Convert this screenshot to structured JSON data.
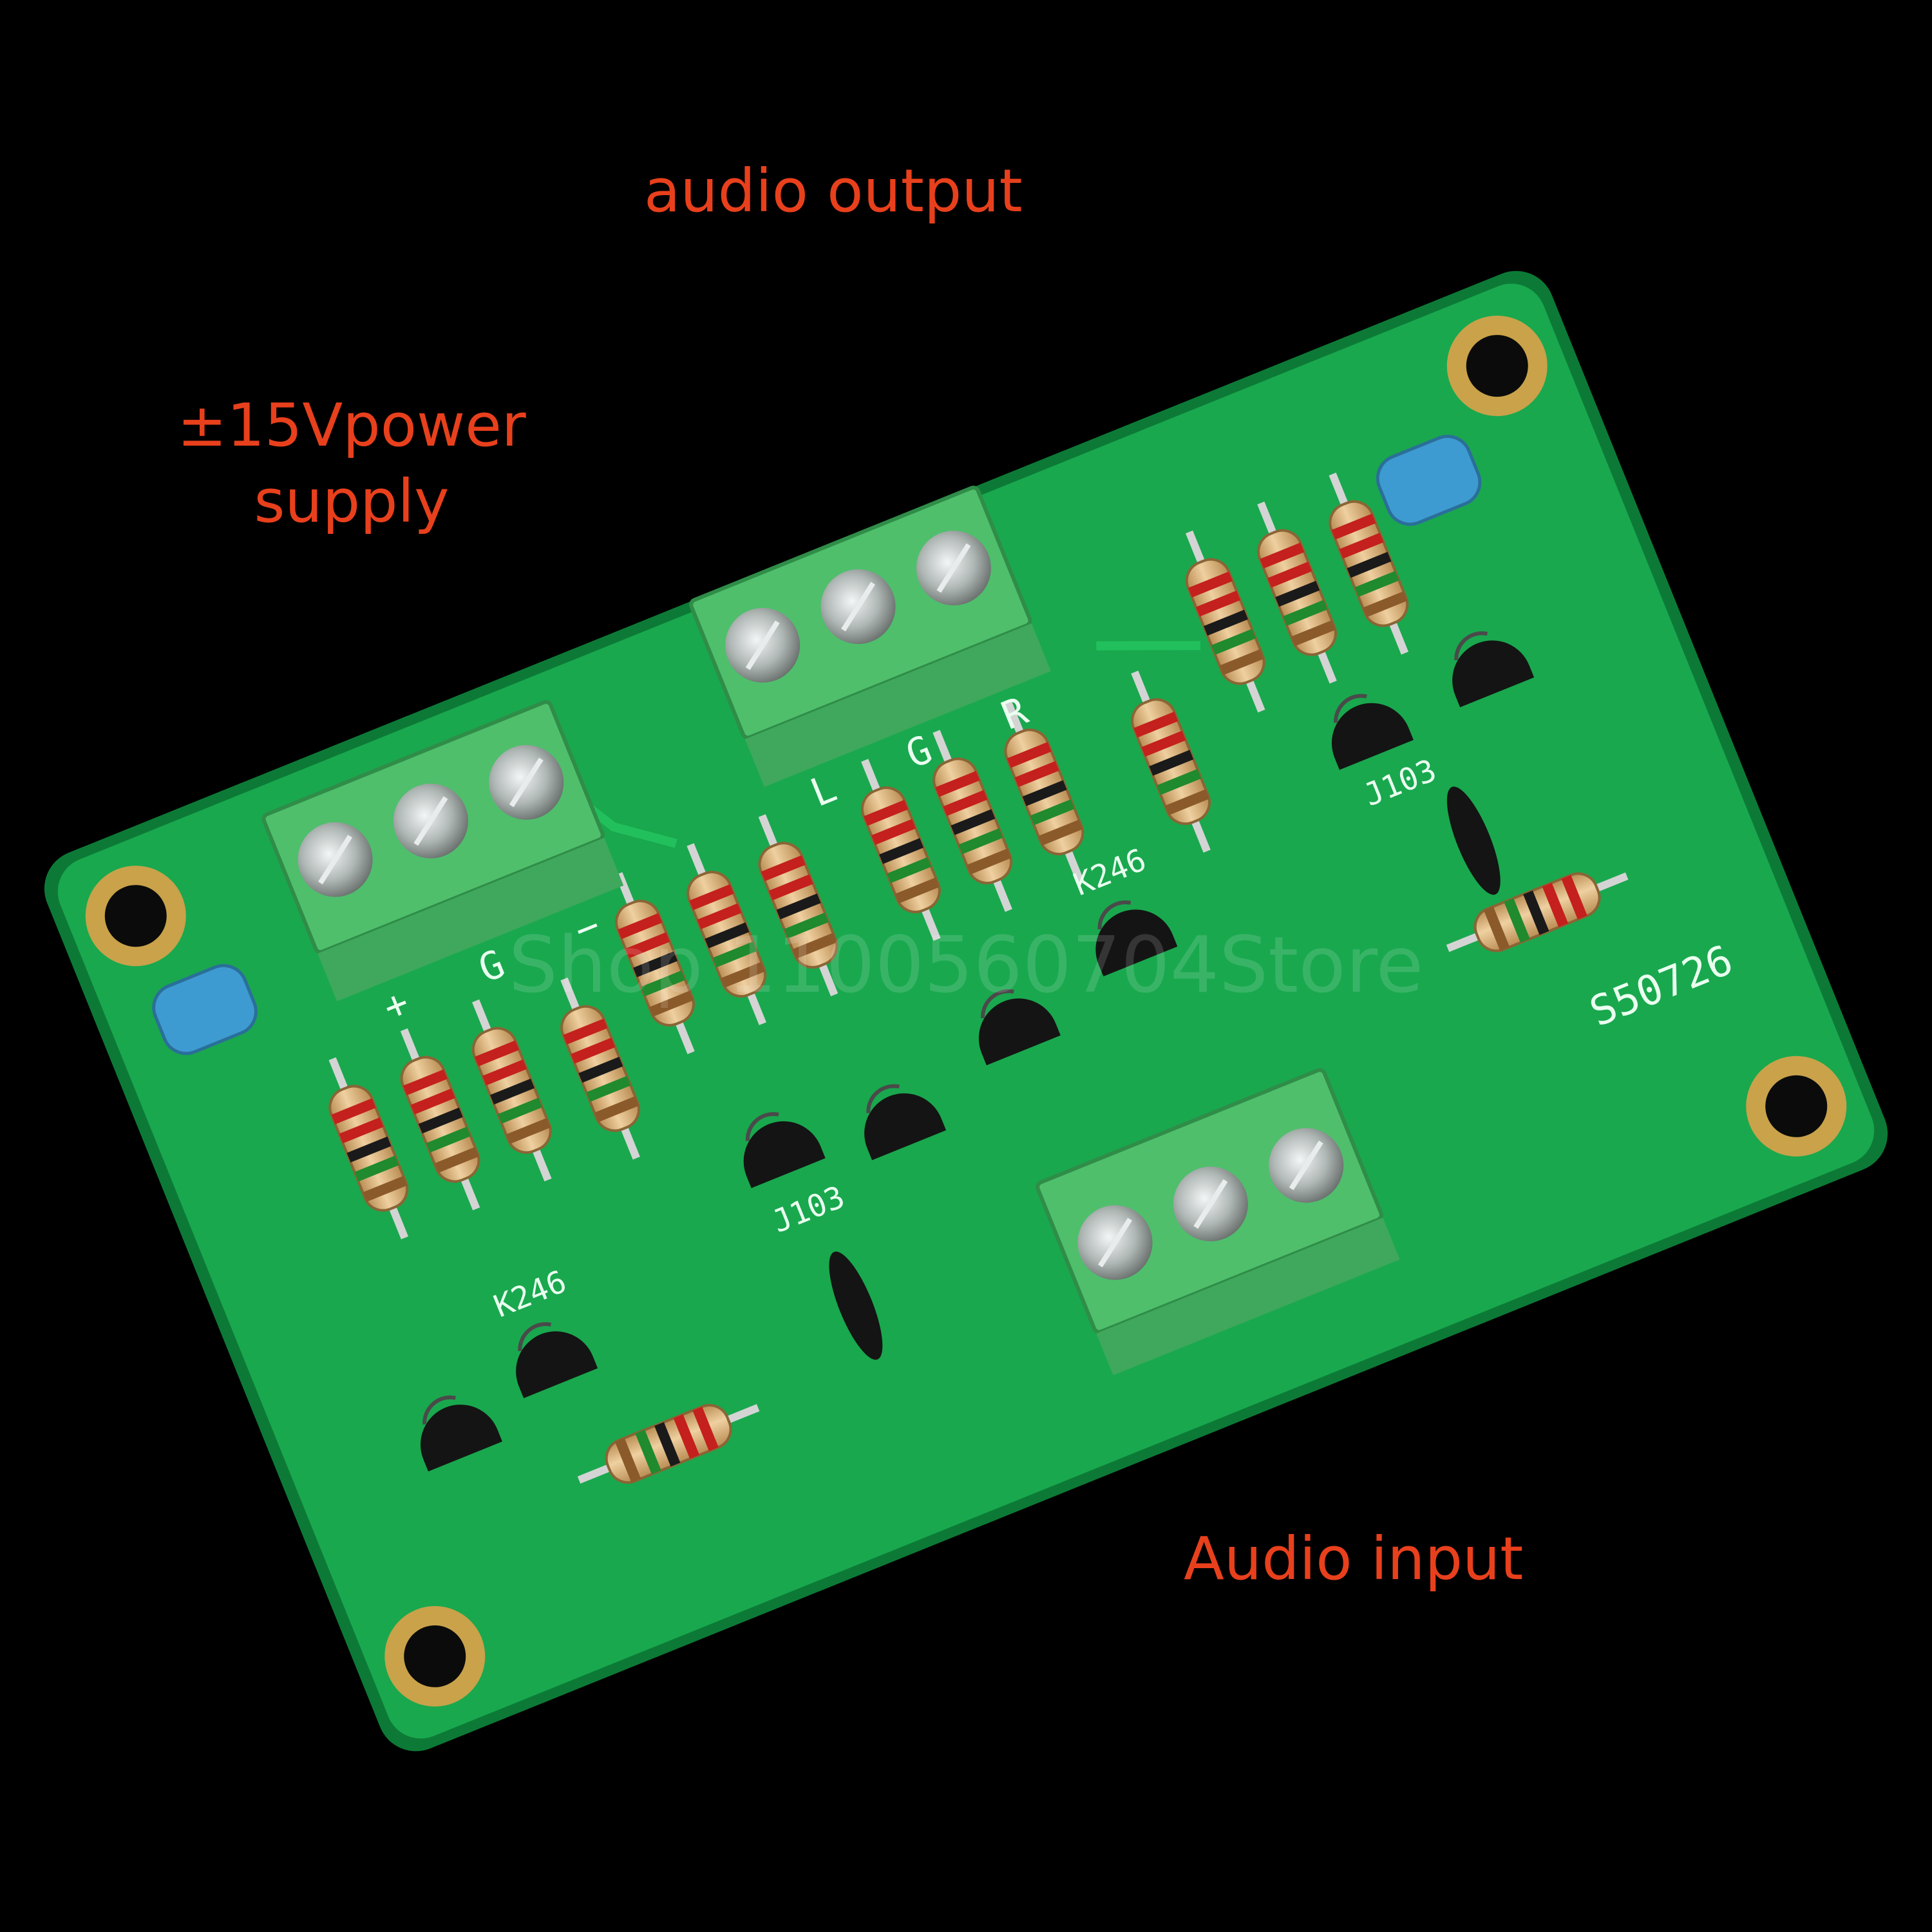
{
  "colors": {
    "background": "#000000",
    "board": "#19a84e",
    "board_edge": "#0c7a36",
    "terminal_block": "#4fbf6c",
    "label_text": "#e8401c",
    "silkscreen": "#eafff0",
    "pad_gold": "#c9a24a",
    "capacitor_blue": "#3d9bd1",
    "transistor_black": "#151515",
    "resistor_body": "#d9b27c"
  },
  "callouts": {
    "audio_output": "audio output",
    "power_line1": "±15Vpower",
    "power_line2": "supply",
    "audio_input": "Audio input"
  },
  "silkscreen": {
    "board_id": "S50726",
    "jfet_left": "J103",
    "jfet_right": "J103",
    "k246_left": "K246",
    "k246_right": "K246",
    "power_plus": "+",
    "power_gnd": "G",
    "power_minus": "−",
    "out_left": "L",
    "out_gnd": "G",
    "out_right": "R"
  },
  "watermark": "Shop 1100560704Store",
  "icons": {
    "terminal": "screw-terminal-icon",
    "resistor": "resistor-icon",
    "transistor": "to92-transistor-icon",
    "capacitor": "film-capacitor-icon",
    "mount_hole": "mounting-hole-icon"
  }
}
